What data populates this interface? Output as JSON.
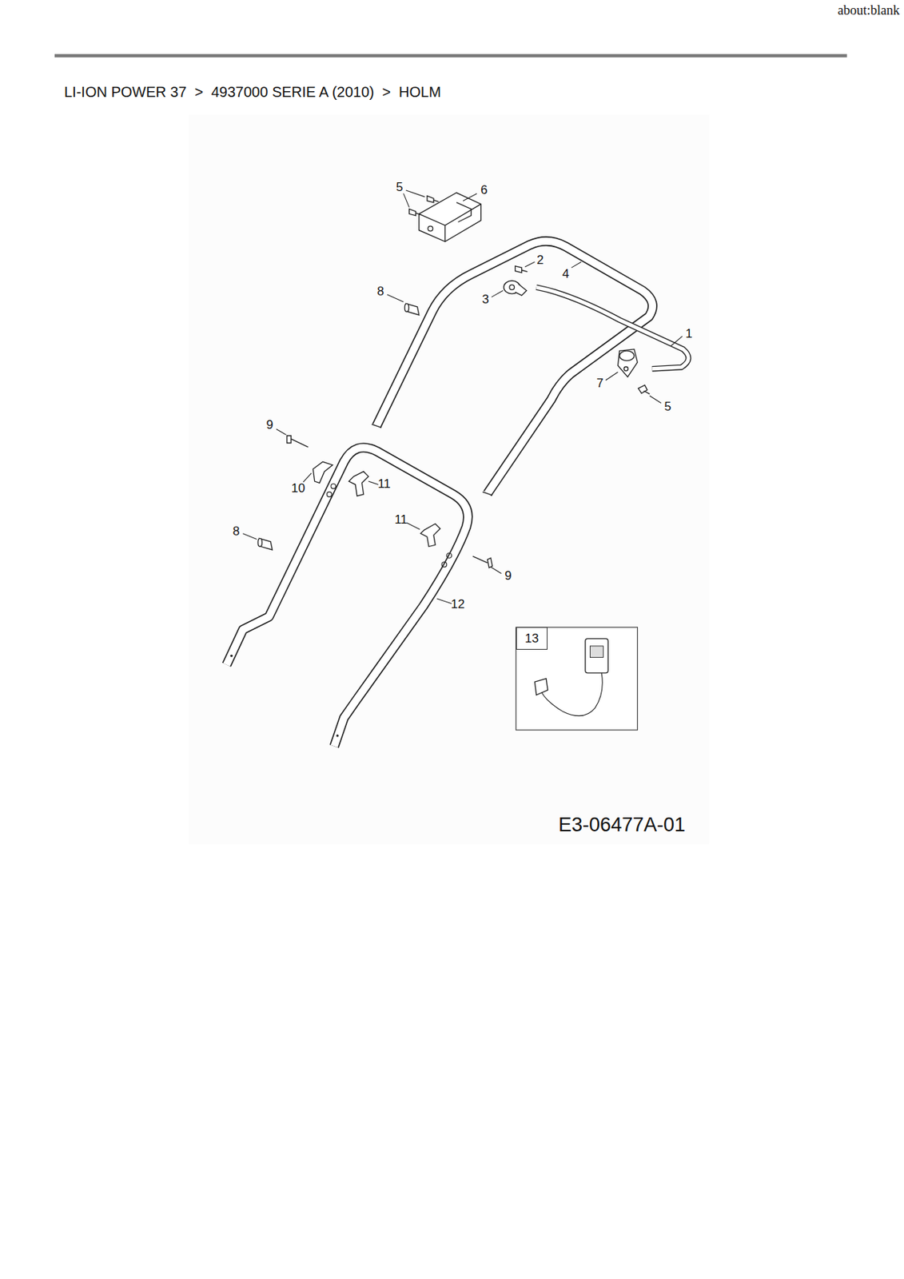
{
  "diagram": {
    "title": "LI-ION POWER 37  >  4937000 SERIE A (2010)  >  HOLM",
    "nodes": [
      {
        "text": [
          "13"
        ]
      }
    ],
    "edges": [],
    "labels": [
      "about:blank",
      "5",
      "6",
      "2",
      "4",
      "8",
      "3",
      "1",
      "7",
      "5",
      "9",
      "10",
      "11",
      "11",
      "8",
      "9",
      "12",
      "E3-06477A-01"
    ]
  }
}
